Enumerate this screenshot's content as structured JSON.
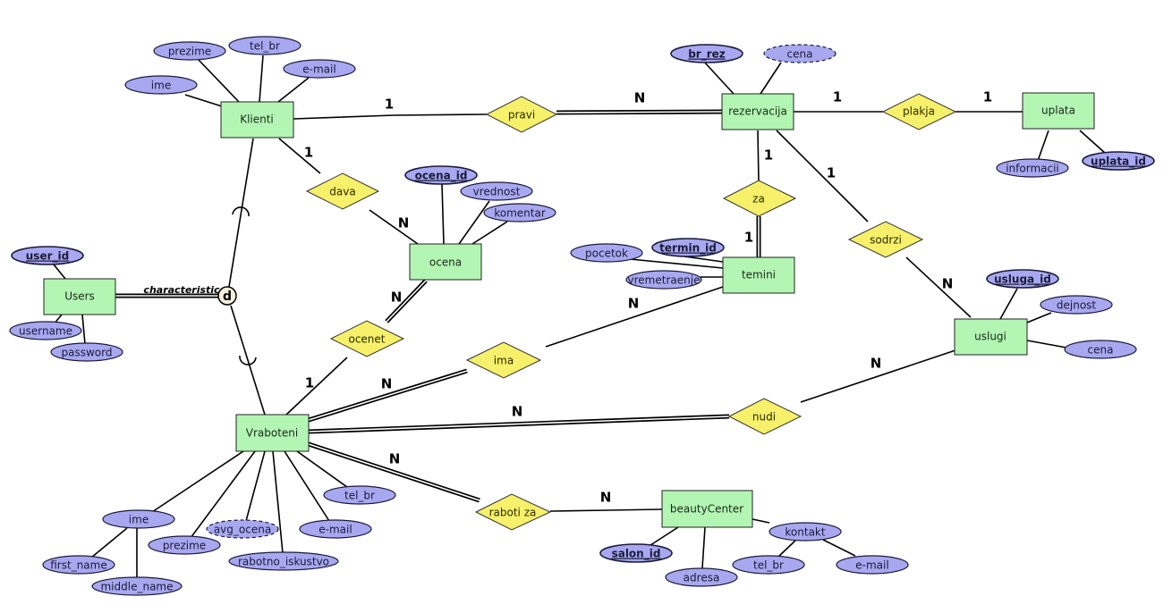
{
  "diagram": {
    "type": "ER diagram",
    "entities": [
      {
        "id": "klienti",
        "label": "Klienti"
      },
      {
        "id": "rezervacija",
        "label": "rezervacija"
      },
      {
        "id": "uplata",
        "label": "uplata"
      },
      {
        "id": "ocena",
        "label": "ocena"
      },
      {
        "id": "temini",
        "label": "temini"
      },
      {
        "id": "users",
        "label": "Users"
      },
      {
        "id": "uslugi",
        "label": "uslugi"
      },
      {
        "id": "vraboteni",
        "label": "Vraboteni"
      },
      {
        "id": "beautycenter",
        "label": "beautyCenter"
      }
    ],
    "relationships": [
      {
        "id": "pravi",
        "label": "pravi"
      },
      {
        "id": "plakja",
        "label": "plakja"
      },
      {
        "id": "dava",
        "label": "dava"
      },
      {
        "id": "za",
        "label": "za"
      },
      {
        "id": "sodrzi",
        "label": "sodrzi"
      },
      {
        "id": "ocenet",
        "label": "ocenet"
      },
      {
        "id": "ima",
        "label": "ima"
      },
      {
        "id": "nudi",
        "label": "nudi"
      },
      {
        "id": "raboti_za",
        "label": "raboti za"
      }
    ],
    "attributes": [
      {
        "id": "kl_prezime",
        "label": "prezime",
        "owner": "Klienti"
      },
      {
        "id": "kl_tel_br",
        "label": "tel_br",
        "owner": "Klienti"
      },
      {
        "id": "kl_email",
        "label": "e-mail",
        "owner": "Klienti"
      },
      {
        "id": "kl_ime",
        "label": "ime",
        "owner": "Klienti"
      },
      {
        "id": "rez_br_rez",
        "label": "br_rez",
        "owner": "rezervacija",
        "key": true
      },
      {
        "id": "rez_cena",
        "label": "cena",
        "owner": "rezervacija",
        "derived": true
      },
      {
        "id": "up_informacii",
        "label": "informacii",
        "owner": "uplata"
      },
      {
        "id": "up_uplata_id",
        "label": "uplata_id",
        "owner": "uplata",
        "key": true
      },
      {
        "id": "oc_ocena_id",
        "label": "ocena_id",
        "owner": "ocena",
        "key": true
      },
      {
        "id": "oc_vrednost",
        "label": "vrednost",
        "owner": "ocena"
      },
      {
        "id": "oc_komentar",
        "label": "komentar",
        "owner": "ocena"
      },
      {
        "id": "us_user_id",
        "label": "user_id",
        "owner": "Users",
        "key": true
      },
      {
        "id": "us_username",
        "label": "username",
        "owner": "Users"
      },
      {
        "id": "us_password",
        "label": "password",
        "owner": "Users"
      },
      {
        "id": "te_pocetok",
        "label": "pocetok",
        "owner": "temini"
      },
      {
        "id": "te_termin_id",
        "label": "termin_id",
        "owner": "temini",
        "key": true
      },
      {
        "id": "te_vremetraenje",
        "label": "vremetraenje",
        "owner": "temini"
      },
      {
        "id": "ul_usluga_id",
        "label": "usluga_id",
        "owner": "uslugi",
        "key": true
      },
      {
        "id": "ul_dejnost",
        "label": "dejnost",
        "owner": "uslugi"
      },
      {
        "id": "ul_cena",
        "label": "cena",
        "owner": "uslugi"
      },
      {
        "id": "vr_ime",
        "label": "ime",
        "owner": "Vraboteni"
      },
      {
        "id": "vr_first_name",
        "label": "first_name",
        "owner": "ime"
      },
      {
        "id": "vr_middle_name",
        "label": "middle_name",
        "owner": "ime"
      },
      {
        "id": "vr_prezime",
        "label": "prezime",
        "owner": "Vraboteni"
      },
      {
        "id": "vr_avg_ocena",
        "label": "avg_ocena",
        "owner": "Vraboteni",
        "derived": true
      },
      {
        "id": "vr_rabotno_iskustvo",
        "label": "rabotno_iskustvo",
        "owner": "Vraboteni"
      },
      {
        "id": "vr_email",
        "label": "e-mail",
        "owner": "Vraboteni"
      },
      {
        "id": "vr_tel_br",
        "label": "tel_br",
        "owner": "Vraboteni"
      },
      {
        "id": "bc_salon_id",
        "label": "salon_id",
        "owner": "beautyCenter",
        "key": true
      },
      {
        "id": "bc_adresa",
        "label": "adresa",
        "owner": "beautyCenter"
      },
      {
        "id": "bc_kontakt",
        "label": "kontakt",
        "owner": "beautyCenter"
      },
      {
        "id": "bc_tel_br",
        "label": "tel_br",
        "owner": "kontakt"
      },
      {
        "id": "bc_email",
        "label": "e-mail",
        "owner": "kontakt"
      }
    ],
    "cardinalities": {
      "klienti_pravi": "1",
      "pravi_rezervacija": "N",
      "rezervacija_plakja": "1",
      "plakja_uplata": "1",
      "klienti_dava": "1",
      "dava_ocena": "N",
      "rezervacija_za": "1",
      "za_temini": "1",
      "rezervacija_sodrzi": "1",
      "sodrzi_uslugi": "N",
      "ocena_ocenet": "N",
      "ocenet_vraboteni": "1",
      "vraboteni_ima": "N",
      "ima_temini": "N",
      "vraboteni_nudi": "N",
      "nudi_uslugi": "N",
      "vraboteni_raboti_za": "N",
      "raboti_za_beautycenter": "N"
    },
    "specialization": {
      "symbol": "d",
      "discriminator": "characteristic",
      "superclass": "Users",
      "subclasses": [
        "Klienti",
        "Vraboteni"
      ]
    }
  }
}
